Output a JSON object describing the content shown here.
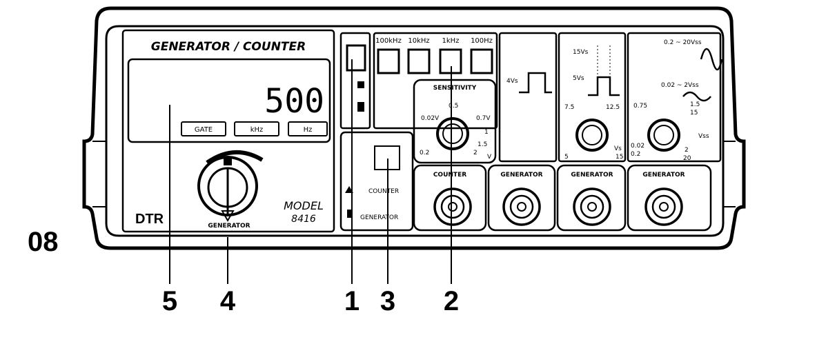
{
  "header": {
    "title": "GENERATOR / COUNTER"
  },
  "display": {
    "reading": "500",
    "labels": [
      "GATE",
      "kHz",
      "Hz"
    ]
  },
  "brand": {
    "logo": "DTR",
    "model_label": "MODEL",
    "model_number": "8416"
  },
  "generator_knob_label": "GENERATOR",
  "range_buttons": [
    "100kHz",
    "10kHz",
    "1kHz",
    "100Hz"
  ],
  "counter_switch": {
    "counter_label": "COUNTER",
    "generator_label": "GENERATOR"
  },
  "sensitivity": {
    "title": "SENSITIVITY",
    "values": [
      "0.02V",
      "0.5",
      "0.7V",
      "1",
      "1.5",
      "2",
      "0.2",
      "V"
    ]
  },
  "square_panel": {
    "label": "4Vs"
  },
  "ttl_panel": {
    "top": "15Vs",
    "mid": "5Vs",
    "scale_left": "7.5",
    "scale_right": "12.5",
    "min": "5",
    "max": "15",
    "unit": "Vs"
  },
  "amp_panel": {
    "high": "0.2 ~ 20Vss",
    "low": "0.02 ~ 2Vss",
    "scale_left": "0.75",
    "scale_right_top": "1.5",
    "scale_right": "15",
    "min_a": "0.02",
    "min_b": "0.2",
    "max_a": "2",
    "max_b": "20",
    "unit": "Vss"
  },
  "bnc_labels": [
    "COUNTER",
    "GENERATOR",
    "GENERATOR",
    "GENERATOR"
  ],
  "callouts": {
    "figure_number": "08",
    "numbers": [
      "5",
      "4",
      "1",
      "3",
      "2"
    ]
  }
}
